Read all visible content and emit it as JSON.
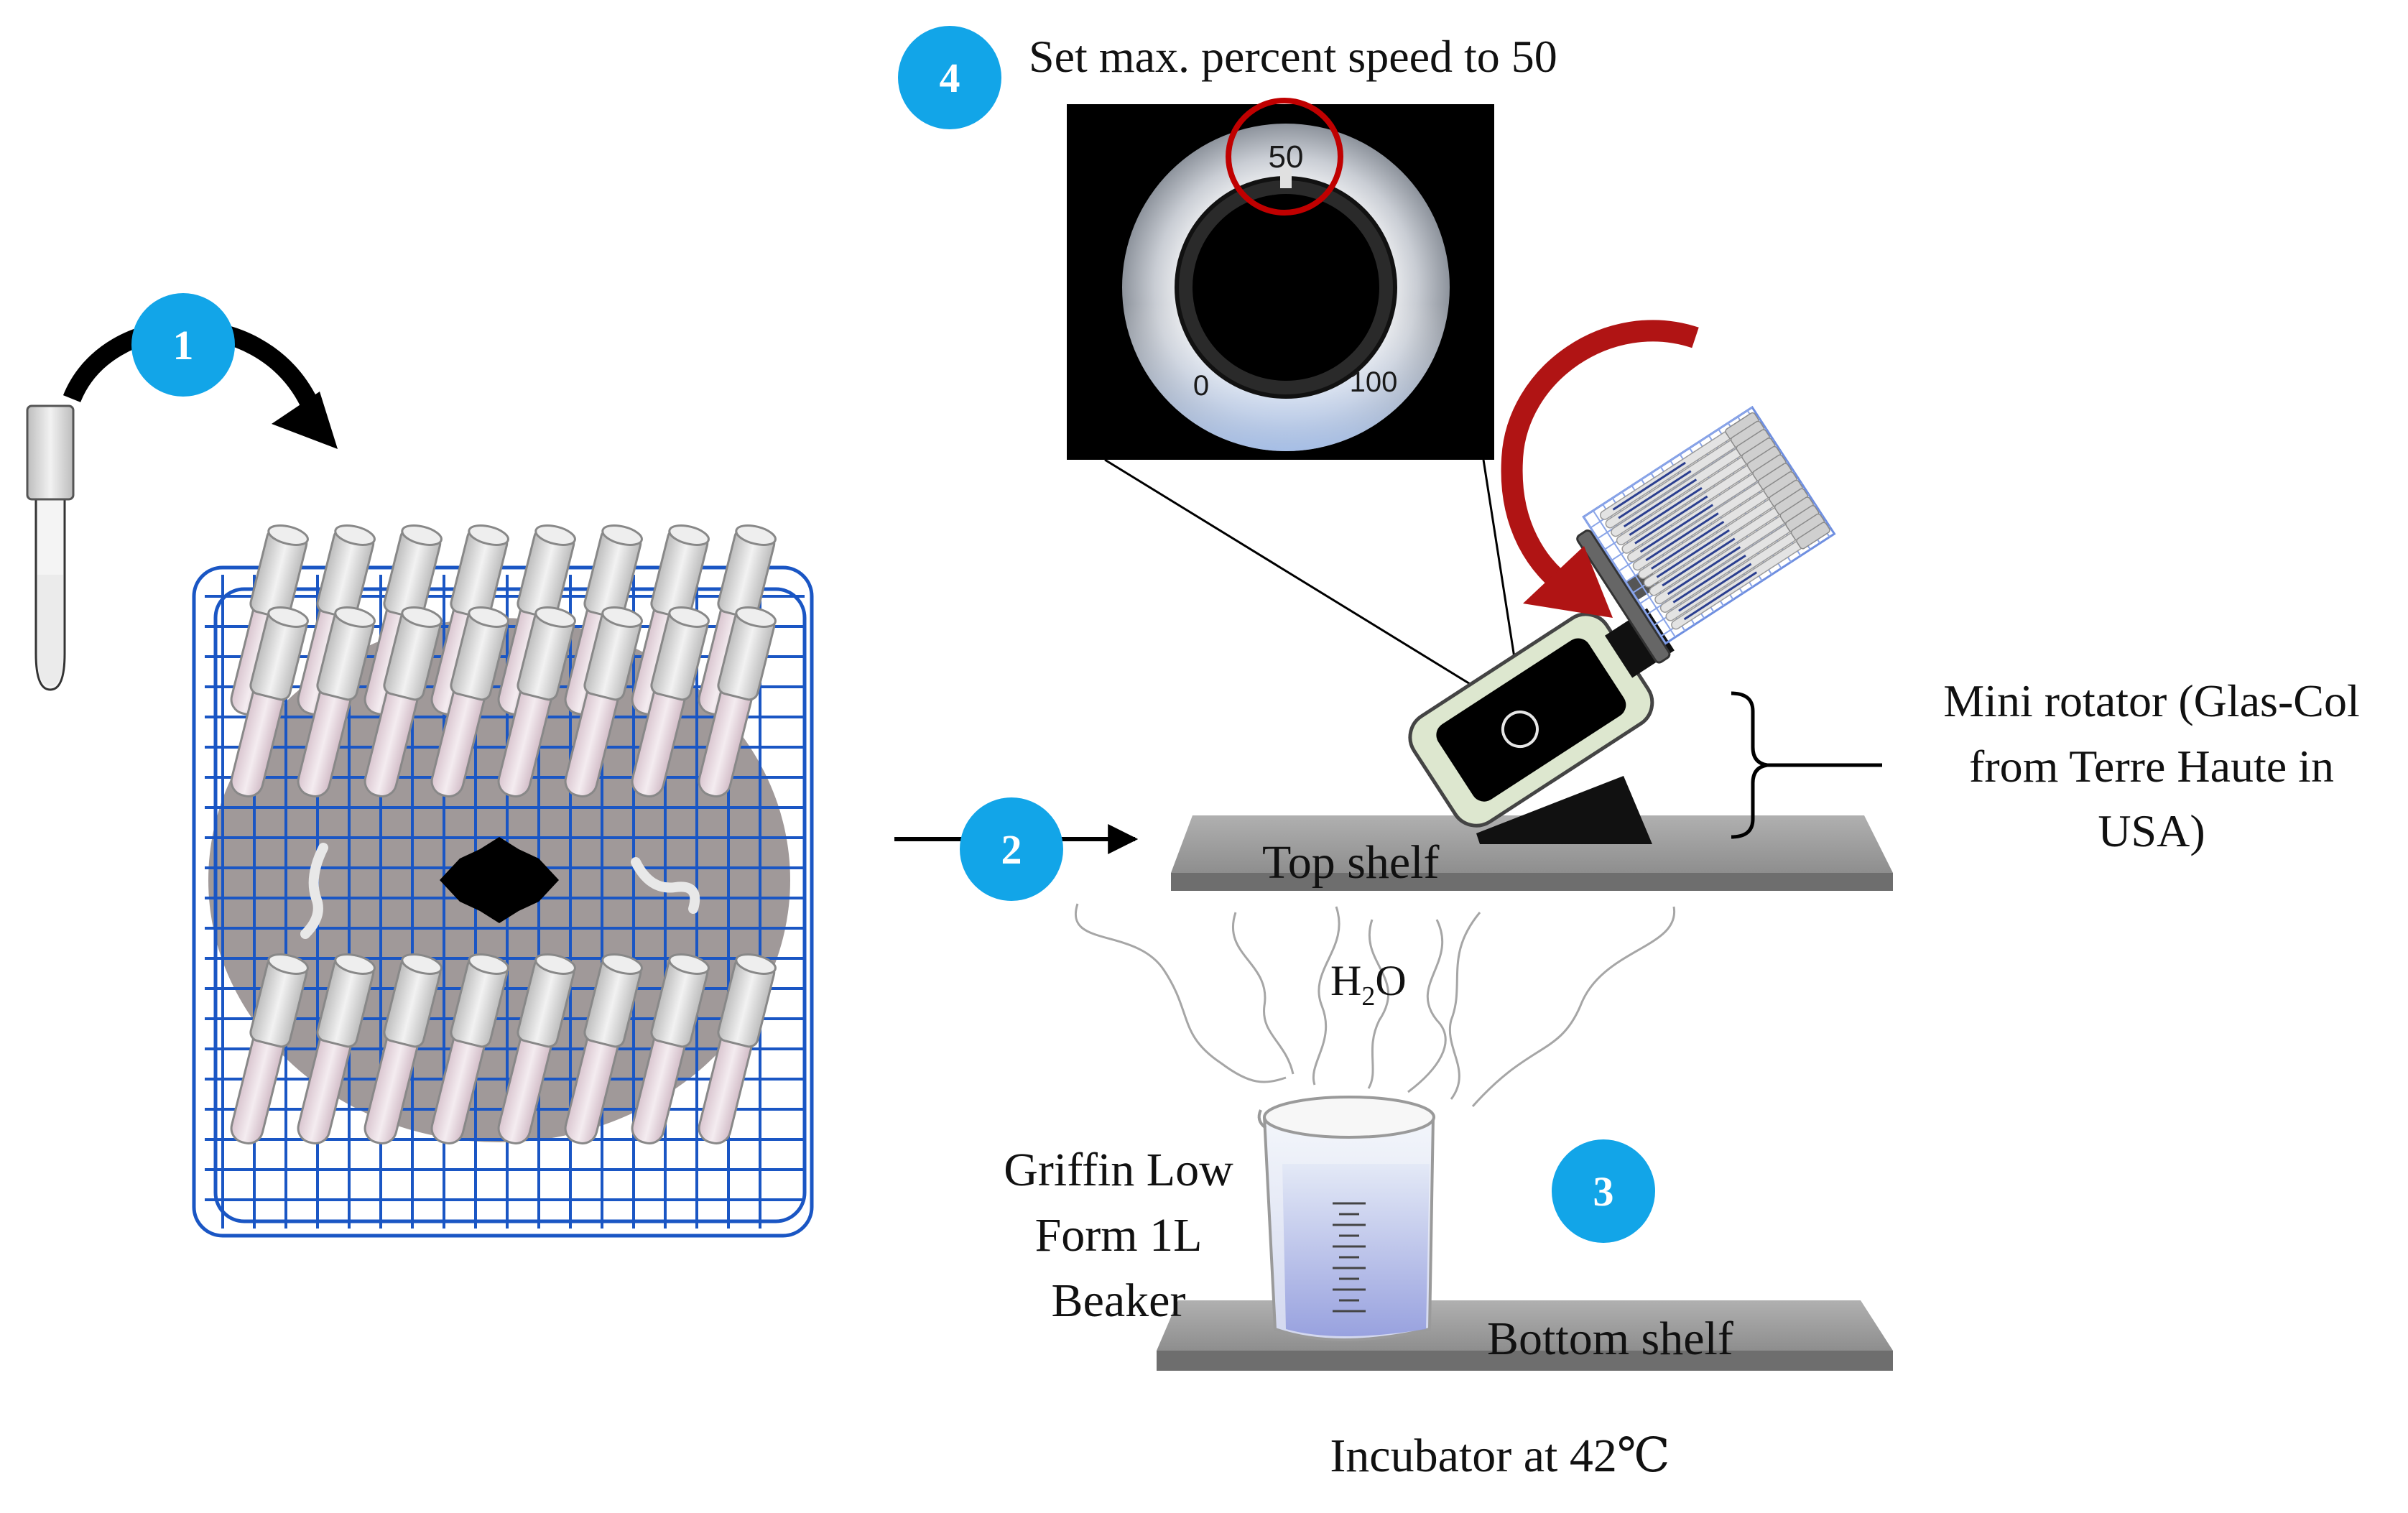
{
  "steps": {
    "one": "1",
    "two": "2",
    "three": "3",
    "four": "4"
  },
  "labels": {
    "step4_title": "Set max. percent speed to 50",
    "mini_rotator_line1": "Mini rotator (Glas-Col",
    "mini_rotator_line2": "from Terre Haute in",
    "mini_rotator_line3": "USA)",
    "top_shelf": "Top shelf",
    "bottom_shelf": "Bottom shelf",
    "water_main": "H",
    "water_sub": "2",
    "water_end": "O",
    "beaker_line1": "Griffin Low",
    "beaker_line2": "Form 1L",
    "beaker_line3": "Beaker",
    "incubator": "Incubator at 42℃"
  },
  "dial": {
    "min": "0",
    "set": "50",
    "max": "100"
  },
  "colors": {
    "badge": "#12a5e8",
    "rack": "#1a56c4",
    "rotate_arrow": "#b01414",
    "highlight_circle": "#c00000",
    "shelf": "#9c9c9c"
  }
}
